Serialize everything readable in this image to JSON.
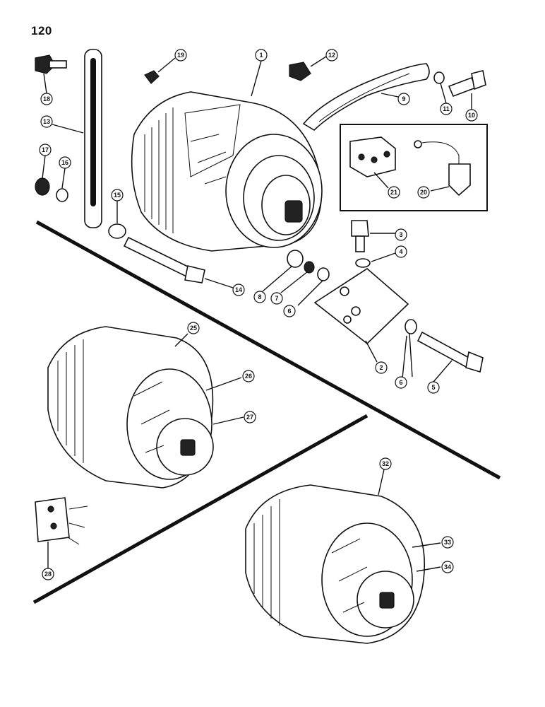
{
  "page_number": "120",
  "callouts": [
    {
      "id": "c1",
      "label": "1"
    },
    {
      "id": "c2",
      "label": "2"
    },
    {
      "id": "c3",
      "label": "3"
    },
    {
      "id": "c4",
      "label": "4"
    },
    {
      "id": "c5",
      "label": "5"
    },
    {
      "id": "c6a",
      "label": "6"
    },
    {
      "id": "c6b",
      "label": "6"
    },
    {
      "id": "c7",
      "label": "7"
    },
    {
      "id": "c8",
      "label": "8"
    },
    {
      "id": "c9",
      "label": "9"
    },
    {
      "id": "c10",
      "label": "10"
    },
    {
      "id": "c11",
      "label": "11"
    },
    {
      "id": "c12",
      "label": "12"
    },
    {
      "id": "c13",
      "label": "13"
    },
    {
      "id": "c14",
      "label": "14"
    },
    {
      "id": "c15",
      "label": "15"
    },
    {
      "id": "c16",
      "label": "16"
    },
    {
      "id": "c17",
      "label": "17"
    },
    {
      "id": "c18",
      "label": "18"
    },
    {
      "id": "c19",
      "label": "19"
    },
    {
      "id": "c20",
      "label": "20"
    },
    {
      "id": "c21",
      "label": "21"
    },
    {
      "id": "c25",
      "label": "25"
    },
    {
      "id": "c26",
      "label": "26"
    },
    {
      "id": "c27",
      "label": "27"
    },
    {
      "id": "c28",
      "label": "28"
    },
    {
      "id": "c32",
      "label": "32"
    },
    {
      "id": "c33",
      "label": "33"
    },
    {
      "id": "c34",
      "label": "34"
    }
  ],
  "colors": {
    "ink": "#111111",
    "paper": "#ffffff"
  }
}
